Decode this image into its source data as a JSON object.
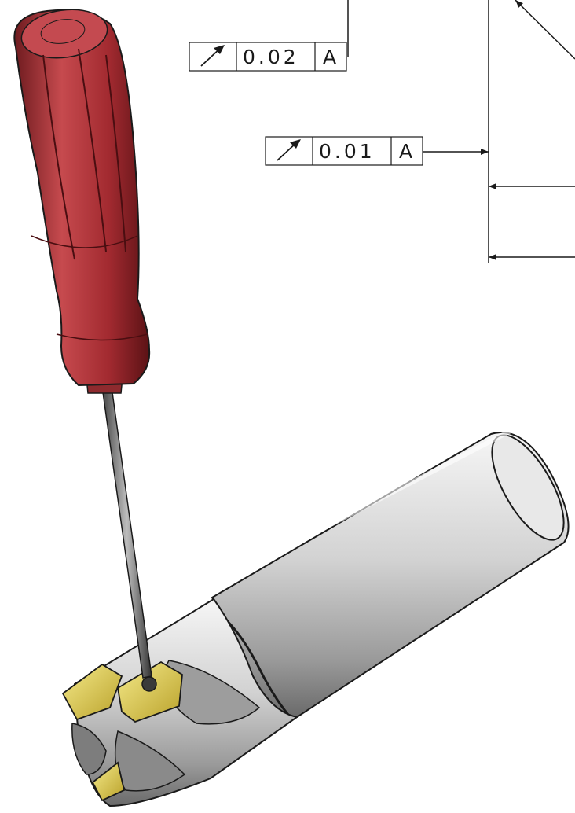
{
  "feature_control_frames": [
    {
      "symbol": "circular-runout",
      "tolerance": "0.02",
      "datum": "A"
    },
    {
      "symbol": "circular-runout",
      "tolerance": "0.01",
      "datum": "A"
    }
  ],
  "colors": {
    "handle": "#b5343a",
    "insert": "#e7d34a",
    "body": "#d6d6d6",
    "line": "#1a1a1a"
  }
}
